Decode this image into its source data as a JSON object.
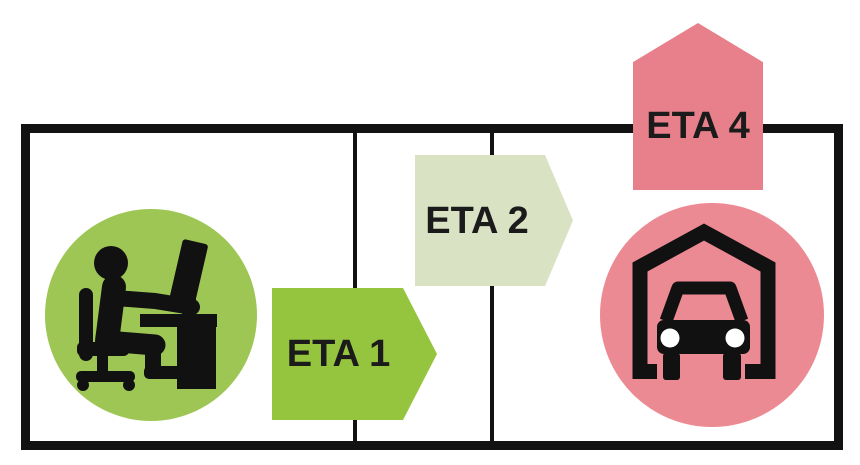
{
  "diagram": {
    "type": "process-timeline",
    "background_color": "#ffffff",
    "frame_color": "#121212",
    "stages": [
      {
        "label": "ETA 1",
        "shape": "arrow-right",
        "color": "#95c43e"
      },
      {
        "label": "ETA 2",
        "shape": "arrow-right",
        "color": "#d9e3c3"
      },
      {
        "label": "ETA 4",
        "shape": "arrow-up",
        "color": "#e8808b"
      }
    ],
    "nodes": [
      {
        "name": "origin",
        "icon": "person-at-computer-icon",
        "circle_color": "#9ec654",
        "icon_color": "#111111"
      },
      {
        "name": "destination",
        "icon": "car-in-garage-icon",
        "circle_color": "#ec8a94",
        "icon_color": "#111111"
      }
    ],
    "text_color": "#1b1b1b"
  }
}
